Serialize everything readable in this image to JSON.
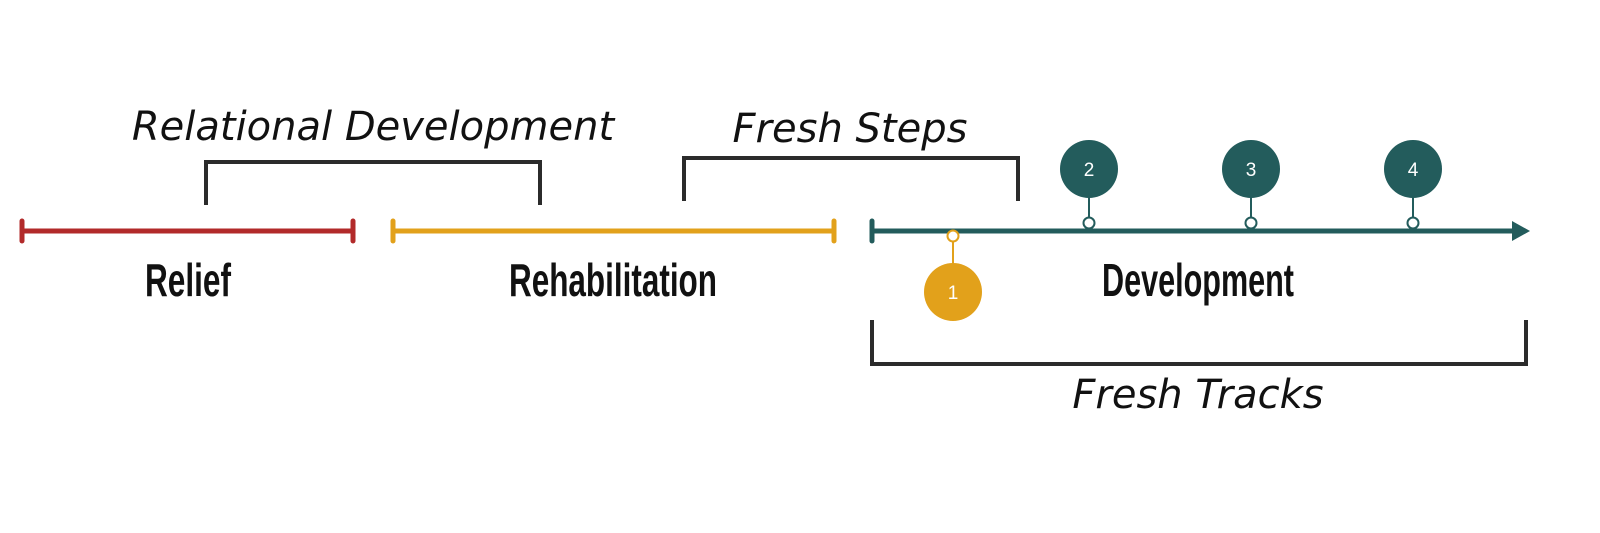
{
  "colors": {
    "relief": "#b22a2a",
    "rehabilitation": "#e2a11b",
    "development": "#235c5c",
    "bracket": "#2b2b2b",
    "text": "#111111"
  },
  "phases": {
    "relief": "Relief",
    "rehabilitation": "Rehabilitation",
    "development": "Development"
  },
  "programs": {
    "relational_development": "Relational Development",
    "fresh_steps": "Fresh Steps",
    "fresh_tracks": "Fresh Tracks"
  },
  "markers": [
    "1",
    "2",
    "3",
    "4"
  ]
}
